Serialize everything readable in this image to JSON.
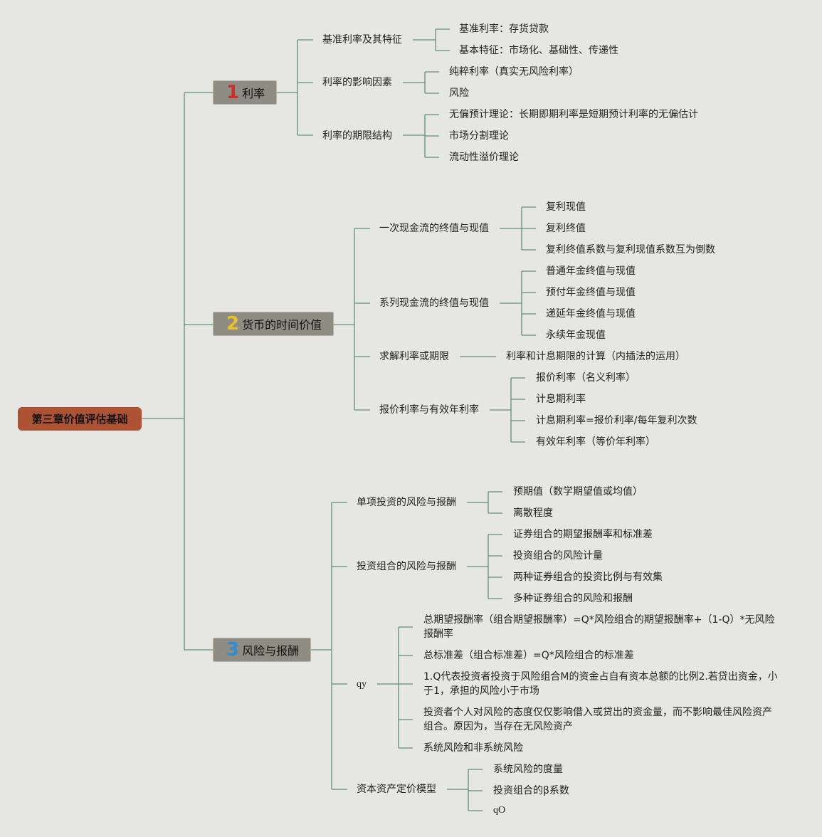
{
  "root": "第三章价值评估基础",
  "topics": [
    {
      "num": "1",
      "label": "利率"
    },
    {
      "num": "2",
      "label": "货币的时间价值"
    },
    {
      "num": "3",
      "label": "风险与报酬"
    }
  ],
  "branch1": {
    "a": {
      "label": "基准利率及其特征",
      "items": [
        "基准利率：存货贷款",
        "基本特征：市场化、基础性、传递性"
      ]
    },
    "b": {
      "label": "利率的影响因素",
      "items": [
        "纯粹利率（真实无风险利率）",
        "风险"
      ]
    },
    "c": {
      "label": "利率的期限结构",
      "items": [
        "无偏预计理论：长期即期利率是短期预计利率的无偏估计",
        "市场分割理论",
        "流动性溢价理论"
      ]
    }
  },
  "branch2": {
    "a": {
      "label": "一次现金流的终值与现值",
      "items": [
        "复利现值",
        "复利终值",
        "复利终值系数与复利现值系数互为倒数"
      ]
    },
    "b": {
      "label": "系列现金流的终值与现值",
      "items": [
        "普通年金终值与现值",
        "预付年金终值与现值",
        "递延年金终值与现值",
        "永续年金现值"
      ]
    },
    "c": {
      "label": "求解利率或期限",
      "items": [
        "利率和计息期限的计算（内插法的运用）"
      ]
    },
    "d": {
      "label": "报价利率与有效年利率",
      "items": [
        "报价利率（名义利率）",
        "计息期利率",
        "计息期利率=报价利率/每年复利次数",
        "有效年利率（等价年利率）"
      ]
    }
  },
  "branch3": {
    "a": {
      "label": "单项投资的风险与报酬",
      "items": [
        "预期值（数学期望值或均值）",
        "离散程度"
      ]
    },
    "b": {
      "label": "投资组合的风险与报酬",
      "items": [
        "证券组合的期望报酬率和标准差",
        "投资组合的风险计量",
        "两种证券组合的投资比例与有效集",
        "多种证券组合的风险和报酬"
      ]
    },
    "c": {
      "label": "qy",
      "items": [
        "总期望报酬率（组合期望报酬率）=Q*风险组合的期望报酬率+（1-Q）*无风险报酬率",
        "总标准差（组合标准差）=Q*风险组合的标准差",
        "1.Q代表投资者投资于风险组合M的资金占自有资本总额的比例2.若贷出资金，小于1，承担的风险小于市场",
        "投资者个人对风险的态度仅仅影响借入或贷出的资金量，而不影响最佳风险资产组合。原因为，当存在无风险资产",
        "系统风险和非系统风险"
      ]
    },
    "d": {
      "label": "资本资产定价模型",
      "items": [
        "系统风险的度量",
        "投资组合的β系数",
        "qO"
      ]
    }
  },
  "colors": {
    "root_bg": "#ad5233",
    "topic_bg": "#8f8c84",
    "line": "#5e8f7e",
    "background": "#e6e7e3"
  }
}
